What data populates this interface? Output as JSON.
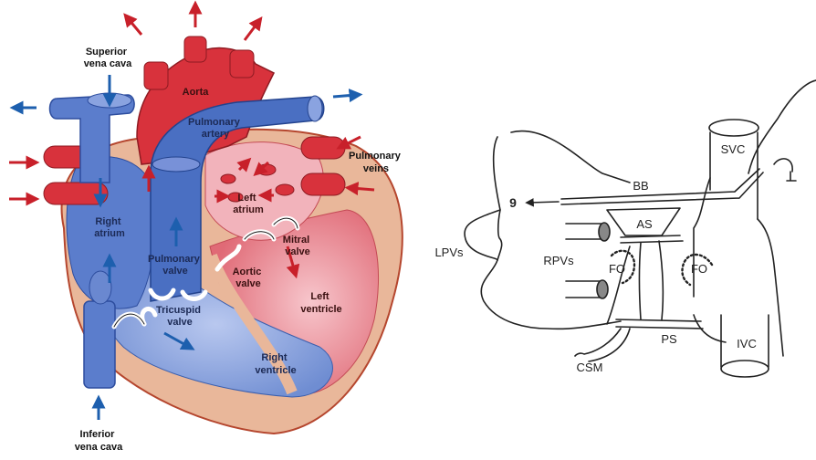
{
  "heart_diagram": {
    "labels": {
      "superior_vena_cava": [
        "Superior",
        "vena cava"
      ],
      "aorta": "Aorta",
      "pulmonary_artery": [
        "Pulmonary",
        "artery"
      ],
      "pulmonary_veins": [
        "Pulmonary",
        "veins"
      ],
      "left_atrium": [
        "Left",
        "atrium"
      ],
      "right_atrium": [
        "Right",
        "atrium"
      ],
      "pulmonary_valve": [
        "Pulmonary",
        "valve"
      ],
      "mitral_valve": [
        "Mitral",
        "valve"
      ],
      "aortic_valve": [
        "Aortic",
        "valve"
      ],
      "left_ventricle": [
        "Left",
        "ventricle"
      ],
      "tricuspid_valve": [
        "Tricuspid",
        "valve"
      ],
      "right_ventricle": [
        "Right",
        "ventricle"
      ],
      "inferior_vena_cava": [
        "Inferior",
        "vena cava"
      ]
    },
    "colors": {
      "oxygenated": "#d8323c",
      "deoxygenated": "#4a6fc2",
      "wall": "#e9b79a",
      "arrow_blue": "#1d5fae",
      "arrow_red": "#c8202a"
    }
  },
  "schematic": {
    "labels": {
      "svc": "SVC",
      "bb": "BB",
      "nine": "9",
      "as": "AS",
      "lpvs": "LPVs",
      "rpvs": "RPVs",
      "fo_left": "FO",
      "fo_right": "FO",
      "ps": "PS",
      "ivc": "IVC",
      "csm": "CSM"
    }
  }
}
